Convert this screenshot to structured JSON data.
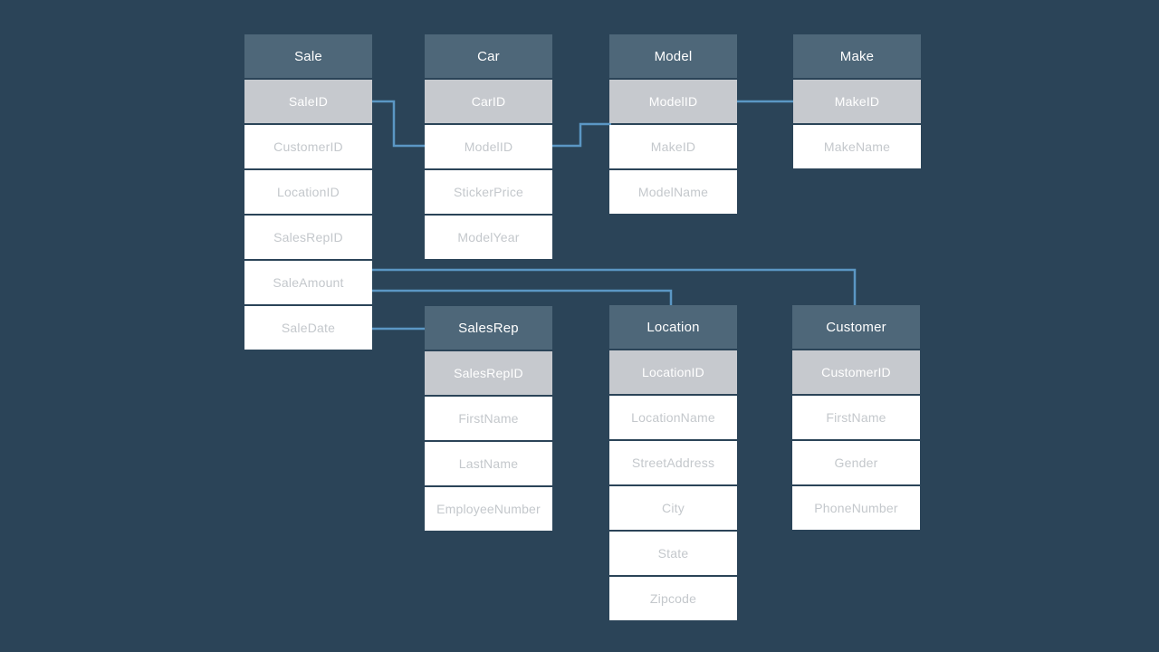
{
  "diagram": {
    "tables": [
      {
        "name": "Sale",
        "key": "SaleID",
        "fields": [
          "CustomerID",
          "LocationID",
          "SalesRepID",
          "SaleAmount",
          "SaleDate"
        ]
      },
      {
        "name": "Car",
        "key": "CarID",
        "fields": [
          "ModelID",
          "StickerPrice",
          "ModelYear"
        ]
      },
      {
        "name": "Model",
        "key": "ModelID",
        "fields": [
          "MakeID",
          "ModelName"
        ]
      },
      {
        "name": "Make",
        "key": "MakeID",
        "fields": [
          "MakeName"
        ]
      },
      {
        "name": "SalesRep",
        "key": "SalesRepID",
        "fields": [
          "FirstName",
          "LastName",
          "EmployeeNumber"
        ]
      },
      {
        "name": "Location",
        "key": "LocationID",
        "fields": [
          "LocationName",
          "StreetAddress",
          "City",
          "State",
          "Zipcode"
        ]
      },
      {
        "name": "Customer",
        "key": "CustomerID",
        "fields": [
          "FirstName",
          "Gender",
          "PhoneNumber"
        ]
      }
    ],
    "links": [
      {
        "from": "Sale.SaleID",
        "to": "Car.ModelID"
      },
      {
        "from": "Car.ModelID",
        "to": "Model.ModelID"
      },
      {
        "from": "Model.ModelID",
        "to": "Make.MakeID"
      },
      {
        "from": "Sale.SaleAmount",
        "to": "Customer"
      },
      {
        "from": "Sale.SaleAmount",
        "to": "Location"
      },
      {
        "from": "Sale.SaleDate",
        "to": "SalesRep"
      }
    ],
    "colors": {
      "background": "#2b4458",
      "header": "#4e6779",
      "key_row": "#c6c9ce",
      "field_row": "#ffffff",
      "field_text": "#c4c8cc",
      "connector": "#5b97c4"
    }
  }
}
